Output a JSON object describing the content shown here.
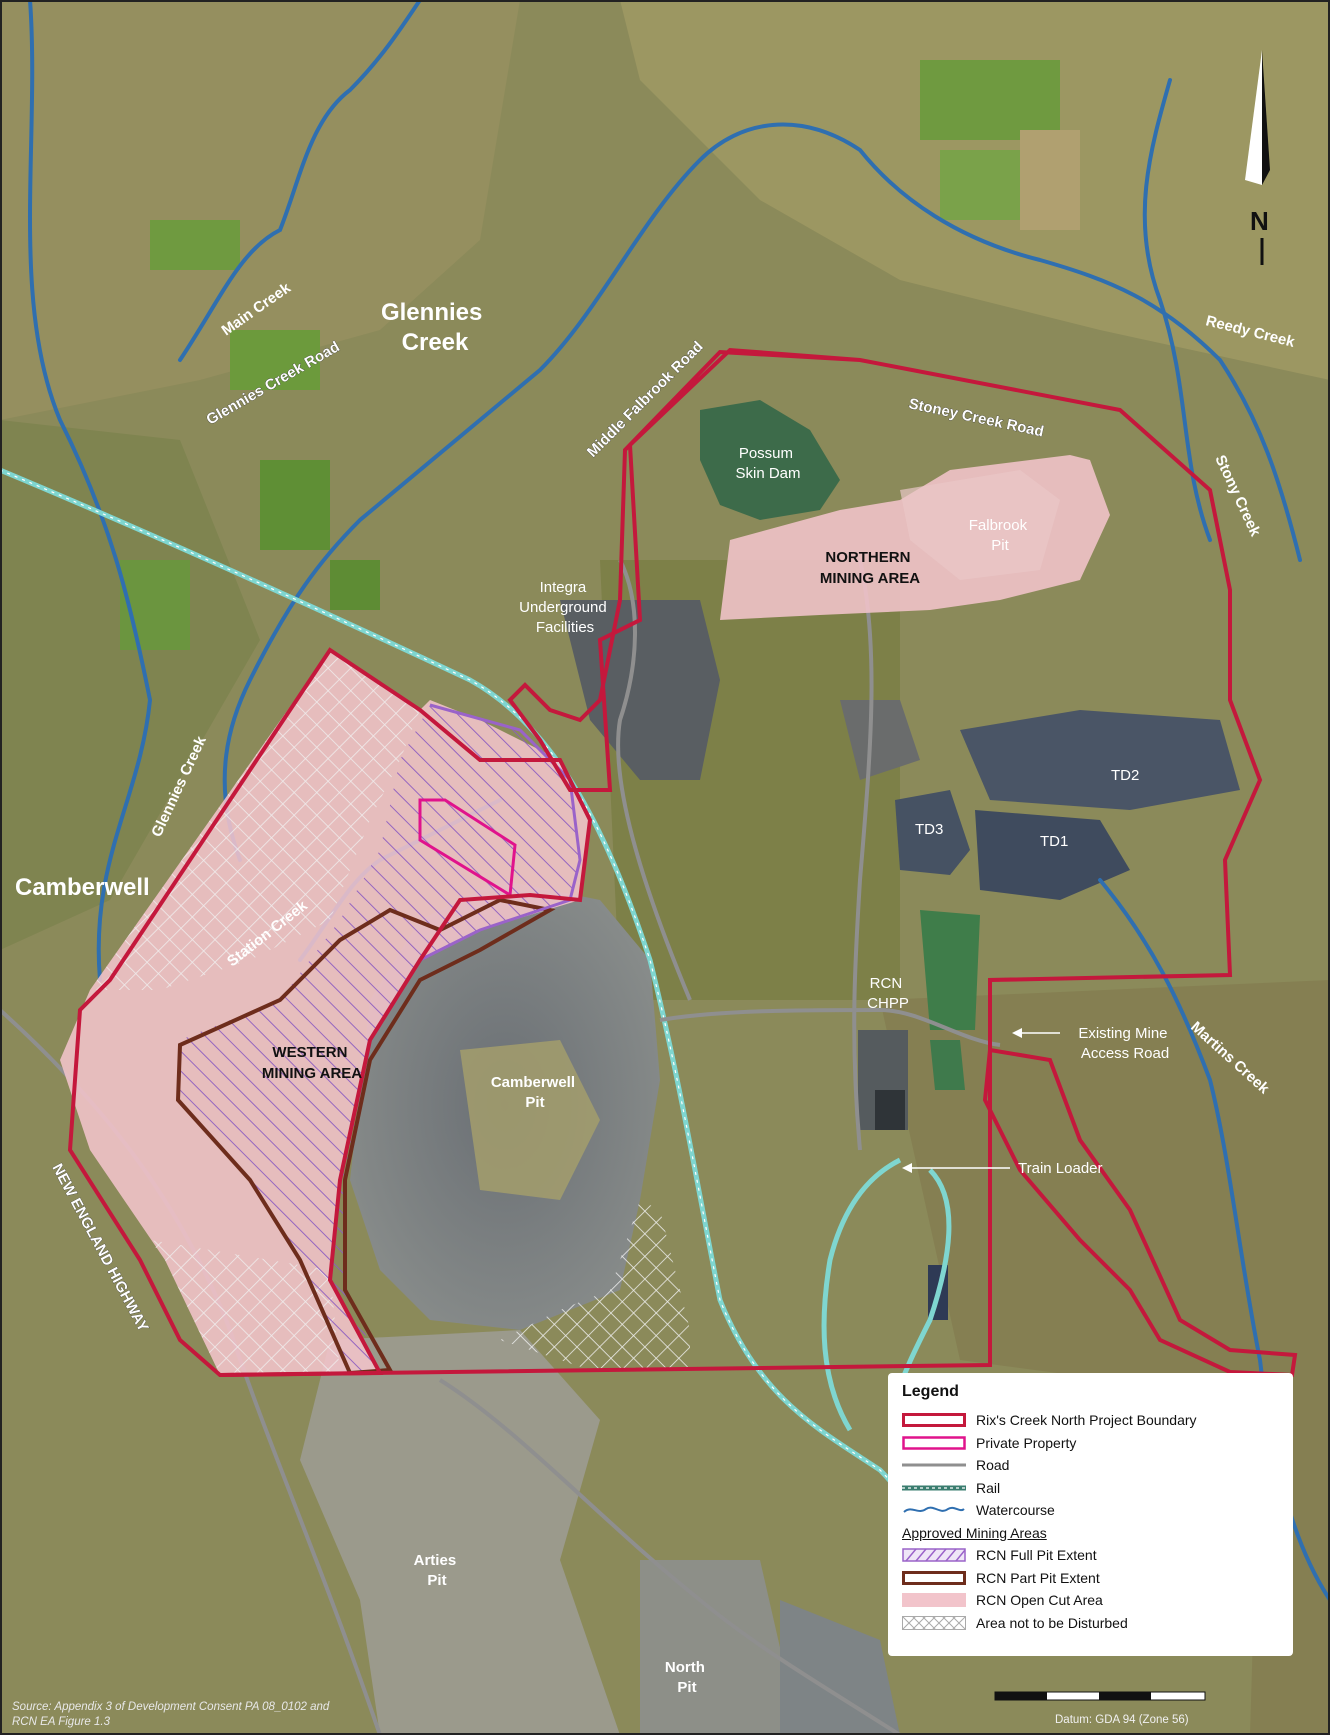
{
  "colors": {
    "project_boundary": "#c4183c",
    "private_property": "#e0138c",
    "road": "#8f8f8f",
    "rail": "#7fd6d0",
    "watercourse": "#2f6fb0",
    "full_pit": "#9a63c9",
    "part_pit": "#6e2d1c",
    "open_cut": "#f2c4cb",
    "not_disturbed": "#e9e9e9"
  },
  "places": {
    "glennies_creek": [
      "Glennies",
      "Creek"
    ],
    "camberwell": "Camberwell"
  },
  "mining_areas": {
    "northern": [
      "NORTHERN",
      "MINING AREA"
    ],
    "western": [
      "WESTERN",
      "MINING AREA"
    ]
  },
  "features": {
    "possum_skin_dam": [
      "Possum",
      "Skin Dam"
    ],
    "falbrook_pit": [
      "Falbrook",
      "Pit"
    ],
    "integra": [
      "Integra",
      "Underground",
      "Facilities"
    ],
    "td1": "TD1",
    "td2": "TD2",
    "td3": "TD3",
    "rcn_chpp": [
      "RCN",
      "CHPP"
    ],
    "camberwell_pit": [
      "Camberwell",
      "Pit"
    ],
    "arties_pit": [
      "Arties",
      "Pit"
    ],
    "north_pit": [
      "North",
      "Pit"
    ],
    "existing_mine_access_road": [
      "Existing Mine",
      "Access Road"
    ],
    "train_loader": "Train Loader"
  },
  "roads": {
    "glennies_creek_road": "Glennies Creek Road",
    "middle_falbrook_road": "Middle Falbrook Road",
    "stoney_creek_road": "Stoney Creek Road",
    "new_england_highway": "NEW ENGLAND HIGHWAY"
  },
  "creeks": {
    "main_creek": "Main Creek",
    "reedy_creek": "Reedy Creek",
    "stony_creek": "Stony Creek",
    "glennies_creek": "Glennies Creek",
    "station_creek": "Station Creek",
    "martins_creek": "Martins Creek"
  },
  "north_arrow": {
    "label": "N"
  },
  "legend": {
    "title": "Legend",
    "items": [
      {
        "label": "Rix's Creek North Project Boundary",
        "icon": "boundary-swatch"
      },
      {
        "label": "Private Property",
        "icon": "private-property-swatch"
      },
      {
        "label": "Road",
        "icon": "road-line"
      },
      {
        "label": "Rail",
        "icon": "rail-line"
      },
      {
        "label": "Watercourse",
        "icon": "watercourse-line"
      }
    ],
    "subheading": "Approved Mining Areas",
    "approved_items": [
      {
        "label": "RCN Full Pit Extent",
        "icon": "full-pit-hatch"
      },
      {
        "label": "RCN Part Pit Extent",
        "icon": "part-pit-outline"
      },
      {
        "label": "RCN Open Cut Area",
        "icon": "open-cut-fill"
      },
      {
        "label": "Area not to be Disturbed",
        "icon": "crosshatch"
      }
    ]
  },
  "source": [
    "Source: Appendix 3 of Development Consent PA 08_0102 and",
    "RCN EA Figure 1.3"
  ],
  "datum": "Datum: GDA 94 (Zone 56)"
}
